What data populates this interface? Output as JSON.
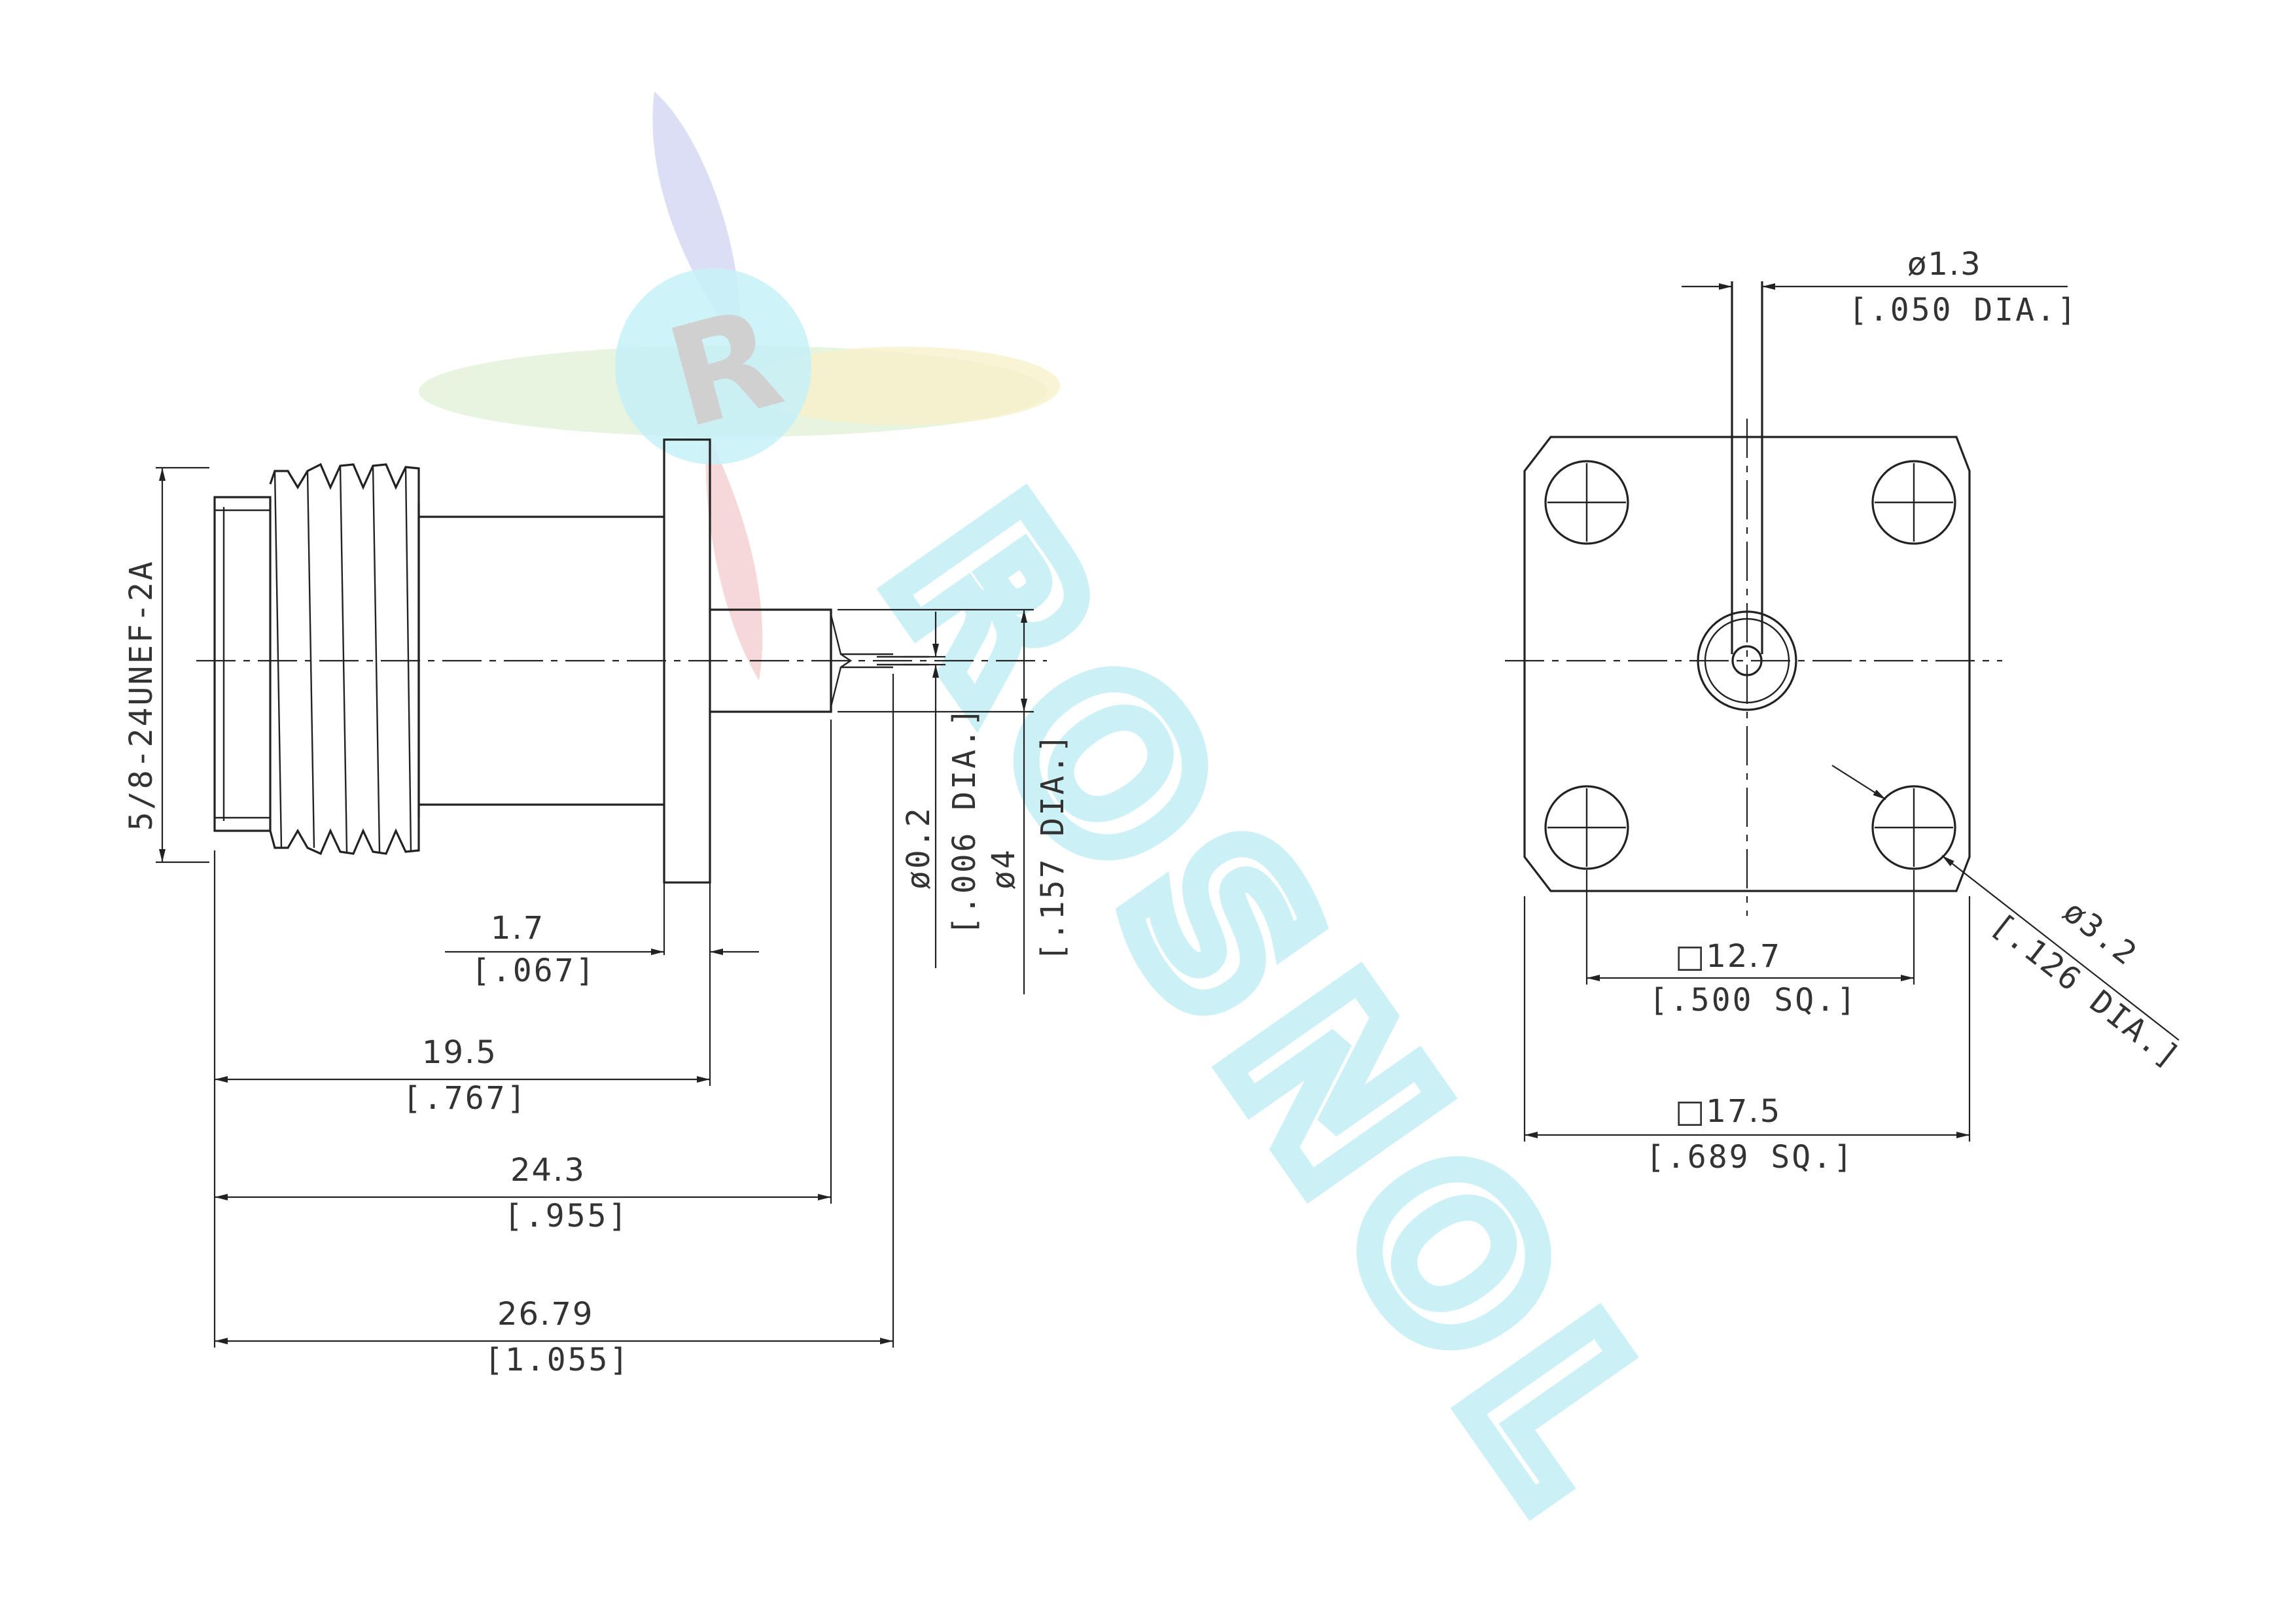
{
  "watermark": {
    "letter": "R",
    "word": "ROSNOL"
  },
  "side_view": {
    "thread_label": "5/8-24UNEF-2A",
    "flange_thickness": {
      "mm": "1.7",
      "in": "[.067]"
    },
    "to_flange_rear": {
      "mm": "19.5",
      "in": "[.767]"
    },
    "to_tip_shoulder": {
      "mm": "24.3",
      "in": "[.955]"
    },
    "overall_length": {
      "mm": "26.79",
      "in": "[1.055]"
    },
    "pin_diameter": {
      "mm": "ø0.2",
      "in": "[.006 DIA.]"
    },
    "tube_diameter": {
      "mm": "ø4",
      "in": "[.157 DIA.]"
    }
  },
  "front_view": {
    "pin_diameter": {
      "mm": "ø1.3",
      "in": "[.050 DIA.]"
    },
    "hole_spacing": {
      "mm": "□12.7",
      "in": "[.500 SQ.]"
    },
    "hole_diameter": {
      "mm": "ø3.2",
      "in": "[.126 DIA.]"
    },
    "flange_size": {
      "mm": "□17.5",
      "in": "[.689 SQ.]"
    }
  },
  "colors": {
    "line": "#222222",
    "text": "#333333",
    "watermark_cyan": "#bfeef5",
    "watermark_blue": "#c9cdf0",
    "watermark_red": "#f2c4c4",
    "watermark_green": "#d6edc9",
    "watermark_yellow": "#f6efc1"
  }
}
